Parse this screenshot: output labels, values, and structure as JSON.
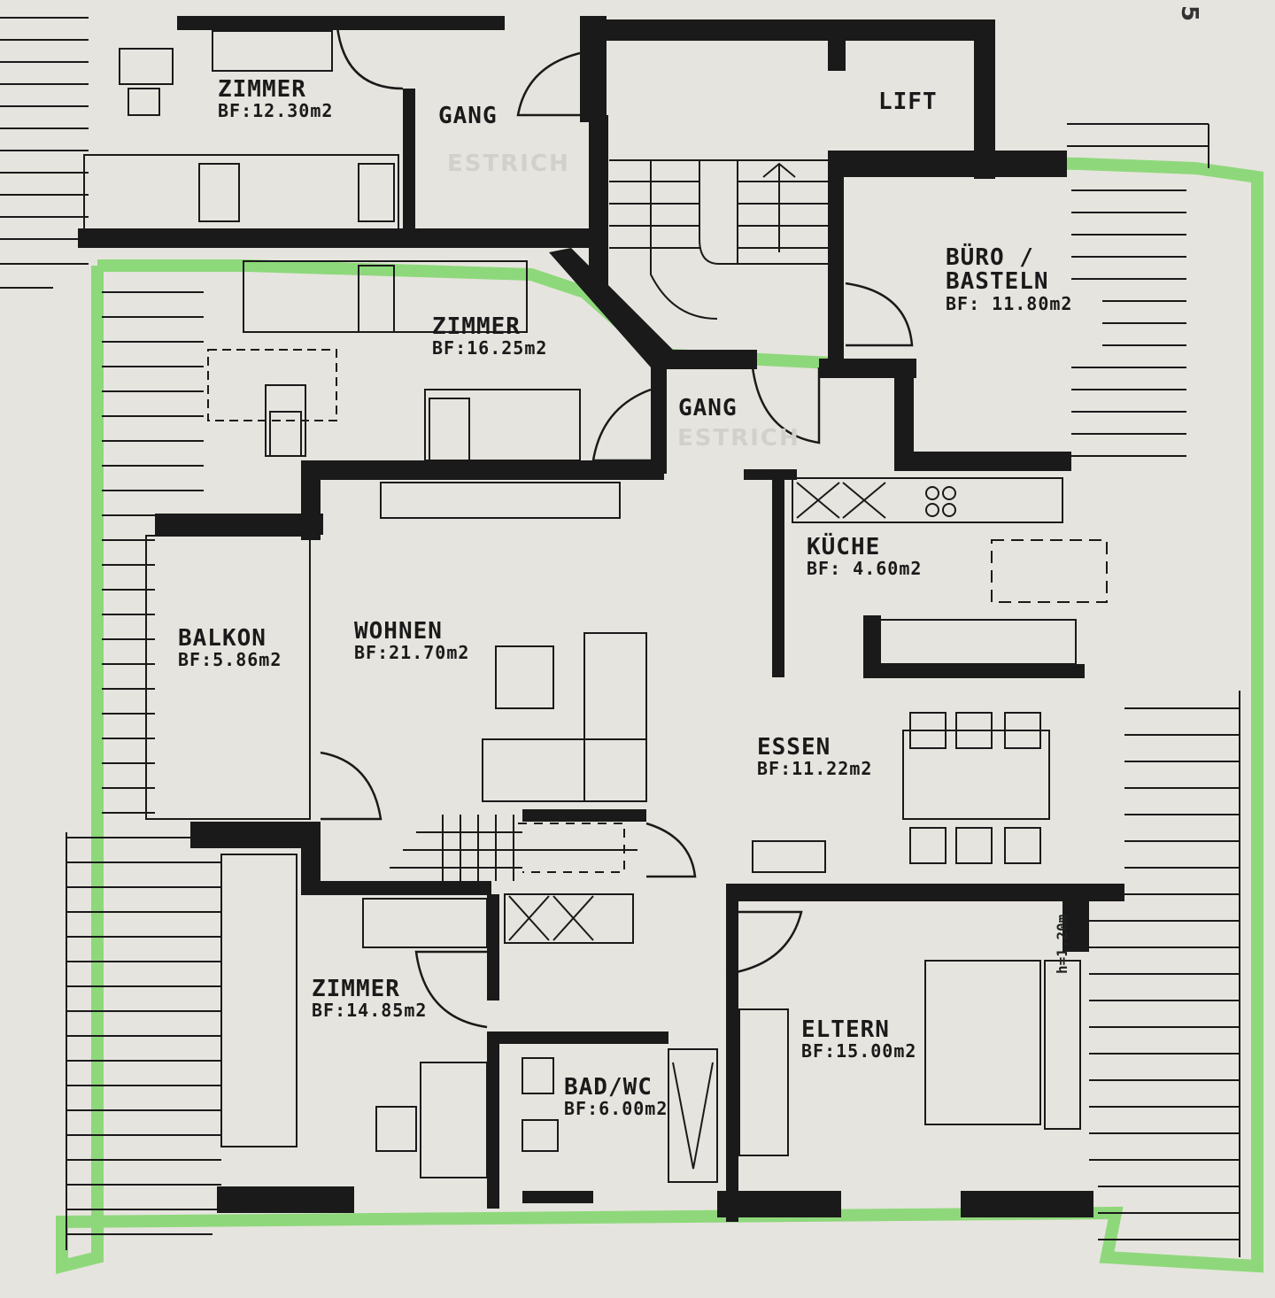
{
  "plan": {
    "page_number": "5",
    "highlight_color": "#7ed66a",
    "wall_color": "#1a1a1a",
    "paper_color": "#e6e4de",
    "height_note": "h=1.20m",
    "ghost_text": [
      "ESTRICH",
      "ESTRICH"
    ],
    "rooms": [
      {
        "id": "zimmer-top-left",
        "name": "ZIMMER",
        "area": "BF:12.30m2"
      },
      {
        "id": "gang-top",
        "name": "GANG",
        "area": ""
      },
      {
        "id": "lift",
        "name": "LIFT",
        "area": ""
      },
      {
        "id": "buero",
        "name": "BÜRO /",
        "name2": "BASTELN",
        "area": "BF: 11.80m2"
      },
      {
        "id": "zimmer-middle",
        "name": "ZIMMER",
        "area": "BF:16.25m2"
      },
      {
        "id": "gang-middle",
        "name": "GANG",
        "area": ""
      },
      {
        "id": "kueche",
        "name": "KÜCHE",
        "area": "BF: 4.60m2"
      },
      {
        "id": "balkon",
        "name": "BALKON",
        "area": "BF:5.86m2"
      },
      {
        "id": "wohnen",
        "name": "WOHNEN",
        "area": "BF:21.70m2"
      },
      {
        "id": "essen",
        "name": "ESSEN",
        "area": "BF:11.22m2"
      },
      {
        "id": "zimmer-bottom",
        "name": "ZIMMER",
        "area": "BF:14.85m2"
      },
      {
        "id": "bad-wc",
        "name": "BAD/WC",
        "area": "BF:6.00m2"
      },
      {
        "id": "eltern",
        "name": "ELTERN",
        "area": "BF:15.00m2"
      }
    ]
  }
}
